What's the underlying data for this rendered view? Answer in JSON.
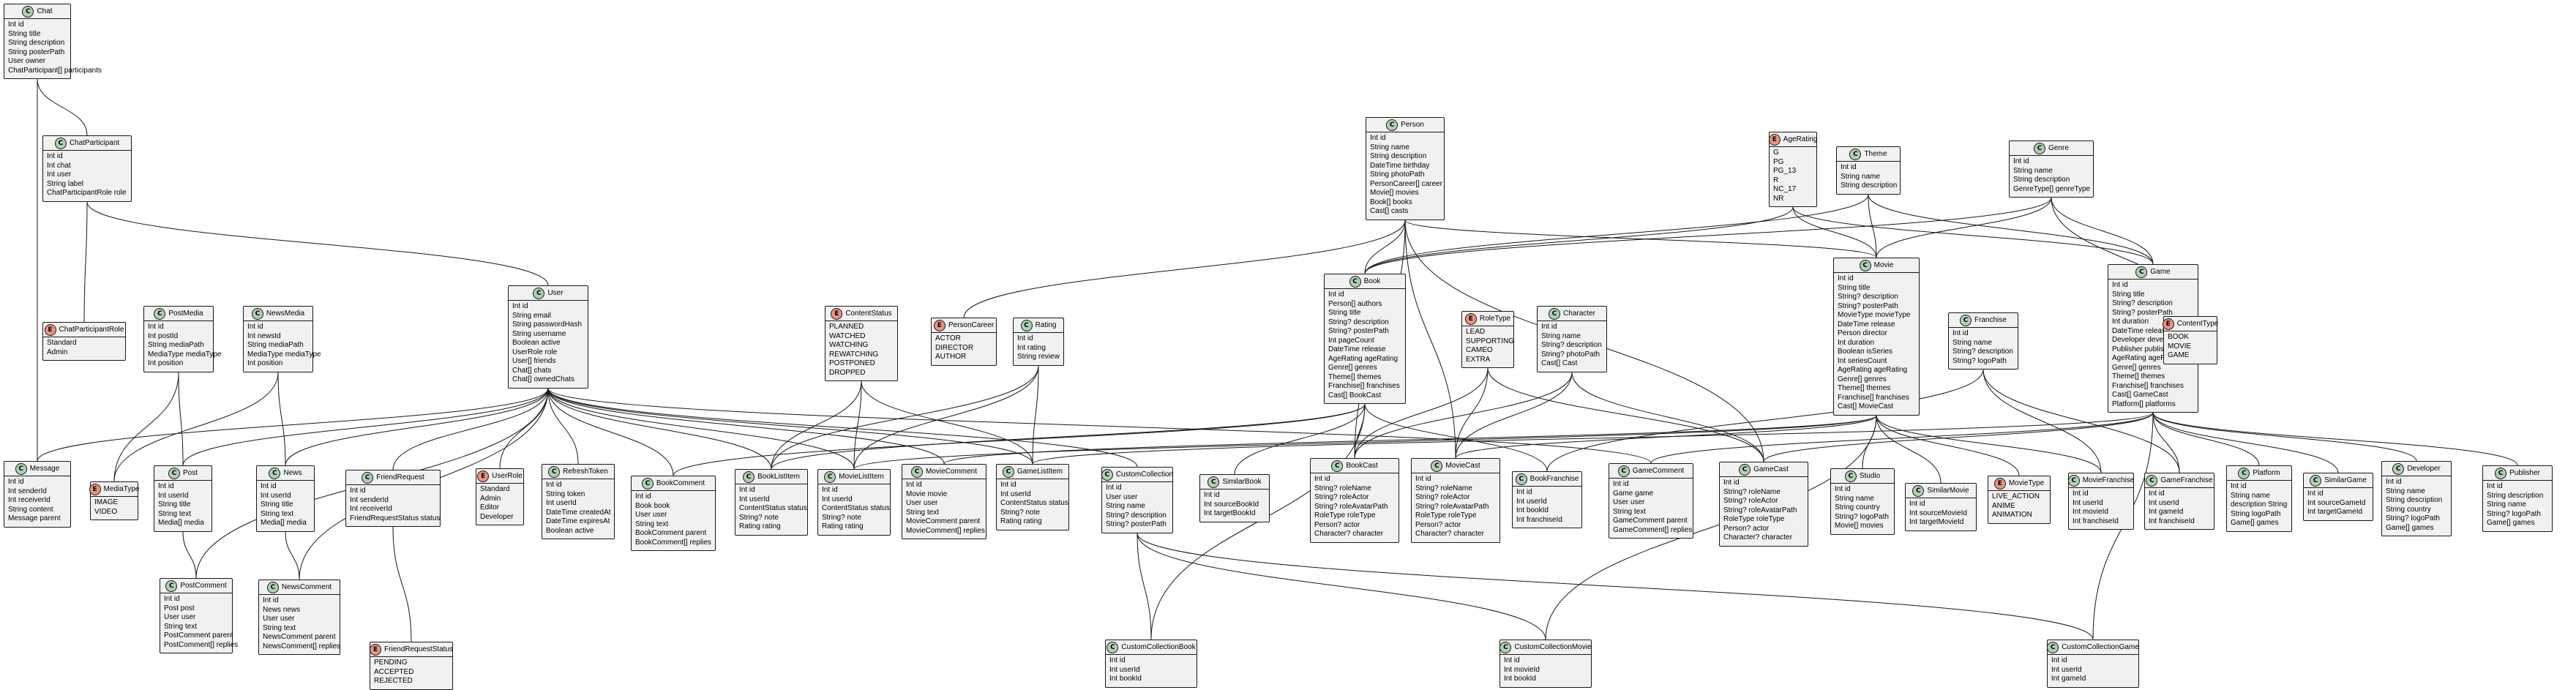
{
  "boxes": [
    {
      "id": "Chat",
      "kind": "C",
      "fields": [
        "Int id",
        "String title",
        "String description",
        "String posterPath",
        "User owner",
        "ChatParticipant[] participants"
      ]
    },
    {
      "id": "ChatParticipant",
      "kind": "C",
      "fields": [
        "Int id",
        "Int chat",
        "Int user",
        "String label",
        "ChatParticipantRole role"
      ]
    },
    {
      "id": "ChatParticipantRole",
      "kind": "E",
      "fields": [
        "Standard",
        "Admin"
      ]
    },
    {
      "id": "PostMedia",
      "kind": "C",
      "fields": [
        "Int id",
        "Int postId",
        "String mediaPath",
        "MediaType mediaType",
        "Int position"
      ]
    },
    {
      "id": "NewsMedia",
      "kind": "C",
      "fields": [
        "Int id",
        "Int newsId",
        "String mediaPath",
        "MediaType mediaType",
        "Int position"
      ]
    },
    {
      "id": "User",
      "kind": "C",
      "fields": [
        "Int id",
        "String email",
        "String passwordHash",
        "String username",
        "Boolean active",
        "UserRole role",
        "User[] friends",
        "Chat[] chats",
        "Chat[] ownedChats"
      ]
    },
    {
      "id": "ContentStatus",
      "kind": "E",
      "fields": [
        "PLANNED",
        "WATCHED",
        "WATCHING",
        "REWATCHING",
        "POSTPONED",
        "DROPPED"
      ]
    },
    {
      "id": "PersonCareer",
      "kind": "E",
      "fields": [
        "ACTOR",
        "DIRECTOR",
        "AUTHOR"
      ]
    },
    {
      "id": "Rating",
      "kind": "C",
      "fields": [
        "Int id",
        "Int rating",
        "String review"
      ]
    },
    {
      "id": "Person",
      "kind": "C",
      "fields": [
        "Int id",
        "String name",
        "String description",
        "DateTime birthday",
        "String photoPath",
        "PersonCareer[] career",
        "Movie[] movies",
        "Book[] books",
        "Cast[] casts"
      ]
    },
    {
      "id": "Book",
      "kind": "C",
      "fields": [
        "Int id",
        "Person[] authors",
        "String title",
        "String? description",
        "String? posterPath",
        "Int pageCount",
        "DateTime release",
        "AgeRating ageRating",
        "Genre[] genres",
        "Theme[] themes",
        "Franchise[] franchises",
        "Cast[] BookCast"
      ]
    },
    {
      "id": "RoleType",
      "kind": "E",
      "fields": [
        "LEAD",
        "SUPPORTING",
        "CAMEO",
        "EXTRA"
      ]
    },
    {
      "id": "Character",
      "kind": "C",
      "fields": [
        "Int id",
        "String name",
        "String? description",
        "String? photoPath",
        "Cast[] Cast"
      ]
    },
    {
      "id": "AgeRating",
      "kind": "E",
      "fields": [
        "G",
        "PG",
        "PG_13",
        "R",
        "NC_17",
        "NR"
      ]
    },
    {
      "id": "Theme",
      "kind": "C",
      "fields": [
        "Int id",
        "String name",
        "String description"
      ]
    },
    {
      "id": "Movie",
      "kind": "C",
      "fields": [
        "Int id",
        "String title",
        "String? description",
        "String? posterPath",
        "MovieType movieType",
        "DateTime release",
        "Person director",
        "Int duration",
        "Boolean isSeries",
        "Int seriesCount",
        "AgeRating ageRating",
        "Genre[] genres",
        "Theme[] themes",
        "Franchise[] franchises",
        "Cast[] MovieCast"
      ]
    },
    {
      "id": "Genre",
      "kind": "C",
      "fields": [
        "Int id",
        "String name",
        "String description",
        "GenreType[] genreType"
      ]
    },
    {
      "id": "Franchise",
      "kind": "C",
      "fields": [
        "Int id",
        "String name",
        "String? description",
        "String? logoPath"
      ]
    },
    {
      "id": "Game",
      "kind": "C",
      "fields": [
        "Int id",
        "String title",
        "String? description",
        "String? posterPath",
        "Int duration",
        "DateTime release",
        "Developer developer",
        "Publisher publisher",
        "AgeRating ageRating",
        "Genre[] genres",
        "Theme[] themes",
        "Franchise[] franchises",
        "Cast[] GameCast",
        "Platform[] platforms"
      ]
    },
    {
      "id": "ContentType",
      "kind": "E",
      "fields": [
        "BOOK",
        "MOVIE",
        "GAME"
      ]
    },
    {
      "id": "Message",
      "kind": "C",
      "fields": [
        "Int id",
        "Int senderId",
        "Int receiverId",
        "String content",
        "Message parent"
      ]
    },
    {
      "id": "MediaType",
      "kind": "E",
      "fields": [
        "IMAGE",
        "VIDEO"
      ]
    },
    {
      "id": "Post",
      "kind": "C",
      "fields": [
        "Int id",
        "Int userId",
        "String title",
        "String text",
        "Media[] media"
      ]
    },
    {
      "id": "News",
      "kind": "C",
      "fields": [
        "Int id",
        "Int userId",
        "String title",
        "String text",
        "Media[] media"
      ]
    },
    {
      "id": "FriendRequest",
      "kind": "C",
      "fields": [
        "Int id",
        "Int senderId",
        "Int receiverId",
        "FriendRequestStatus status"
      ]
    },
    {
      "id": "UserRole",
      "kind": "E",
      "fields": [
        "Standard",
        "Admin",
        "Editor",
        "Developer"
      ]
    },
    {
      "id": "RefreshToken",
      "kind": "C",
      "fields": [
        "Int id",
        "String token",
        "Int userId",
        "DateTime createdAt",
        "DateTime expiresAt",
        "Boolean active"
      ]
    },
    {
      "id": "BookComment",
      "kind": "C",
      "fields": [
        "Int id",
        "Book book",
        "User user",
        "String text",
        "BookComment parent",
        "BookComment[] replies"
      ]
    },
    {
      "id": "BookListItem",
      "kind": "C",
      "fields": [
        "Int id",
        "Int userId",
        "ContentStatus status",
        "String? note",
        "Rating rating"
      ]
    },
    {
      "id": "MovieListItem",
      "kind": "C",
      "fields": [
        "Int id",
        "Int userId",
        "ContentStatus status",
        "String? note",
        "Rating rating"
      ]
    },
    {
      "id": "MovieComment",
      "kind": "C",
      "fields": [
        "Int id",
        "Movie movie",
        "User user",
        "String text",
        "MovieComment parent",
        "MovieComment[] replies"
      ]
    },
    {
      "id": "GameListItem",
      "kind": "C",
      "fields": [
        "Int id",
        "Int userId",
        "ContentStatus status",
        "String? note",
        "Rating rating"
      ]
    },
    {
      "id": "CustomCollection",
      "kind": "C",
      "fields": [
        "Int id",
        "User user",
        "String name",
        "String? description",
        "String? posterPath"
      ]
    },
    {
      "id": "SimilarBook",
      "kind": "C",
      "fields": [
        "Int id",
        "Int sourceBookId",
        "Int targetBookId"
      ]
    },
    {
      "id": "BookCast",
      "kind": "C",
      "fields": [
        "Int id",
        "String? roleName",
        "String? roleActor",
        "String? roleAvatarPath",
        "RoleType roleType",
        "Person? actor",
        "Character? character"
      ]
    },
    {
      "id": "MovieCast",
      "kind": "C",
      "fields": [
        "Int id",
        "String? roleName",
        "String? roleActor",
        "String? roleAvatarPath",
        "RoleType roleType",
        "Person? actor",
        "Character? character"
      ]
    },
    {
      "id": "BookFranchise",
      "kind": "C",
      "fields": [
        "Int id",
        "Int userId",
        "Int bookId",
        "Int franchiseId"
      ]
    },
    {
      "id": "GameComment",
      "kind": "C",
      "fields": [
        "Int id",
        "Game game",
        "User user",
        "String text",
        "GameComment parent",
        "GameComment[] replies"
      ]
    },
    {
      "id": "GameCast",
      "kind": "C",
      "fields": [
        "Int id",
        "String? roleName",
        "String? roleActor",
        "String? roleAvatarPath",
        "RoleType roleType",
        "Person? actor",
        "Character? character"
      ]
    },
    {
      "id": "Studio",
      "kind": "C",
      "fields": [
        "Int id",
        "String name",
        "String country",
        "String? logoPath",
        "Movie[] movies"
      ]
    },
    {
      "id": "SimilarMovie",
      "kind": "C",
      "fields": [
        "Int id",
        "Int sourceMovieId",
        "Int targetMovieId"
      ]
    },
    {
      "id": "MovieType",
      "kind": "E",
      "fields": [
        "LIVE_ACTION",
        "ANIME",
        "ANIMATION"
      ]
    },
    {
      "id": "MovieFranchise",
      "kind": "C",
      "fields": [
        "Int id",
        "Int userId",
        "Int movieId",
        "Int franchiseId"
      ]
    },
    {
      "id": "GameFranchise",
      "kind": "C",
      "fields": [
        "Int id",
        "Int userId",
        "Int gameId",
        "Int franchiseId"
      ]
    },
    {
      "id": "Platform",
      "kind": "C",
      "fields": [
        "Int id",
        "String name",
        "description String",
        "String logoPath",
        "Game[] games"
      ]
    },
    {
      "id": "SimilarGame",
      "kind": "C",
      "fields": [
        "Int id",
        "Int sourceGameId",
        "Int targetGameId"
      ]
    },
    {
      "id": "Developer",
      "kind": "C",
      "fields": [
        "Int id",
        "String name",
        "String description",
        "String country",
        "String? logoPath",
        "Game[] games"
      ]
    },
    {
      "id": "Publisher",
      "kind": "C",
      "fields": [
        "Int id",
        "String description",
        "String name",
        "String? logoPath",
        "Game[] games"
      ]
    },
    {
      "id": "PostComment",
      "kind": "C",
      "fields": [
        "Int id",
        "Post post",
        "User user",
        "String text",
        "PostComment parent",
        "PostComment[] replies"
      ]
    },
    {
      "id": "NewsComment",
      "kind": "C",
      "fields": [
        "Int id",
        "News news",
        "User user",
        "String text",
        "NewsComment parent",
        "NewsComment[] replies"
      ]
    },
    {
      "id": "FriendRequestStatus",
      "kind": "E",
      "fields": [
        "PENDING",
        "ACCEPTED",
        "REJECTED"
      ]
    },
    {
      "id": "CustomCollectionBook",
      "kind": "C",
      "fields": [
        "Int id",
        "Int userId",
        "Int bookId"
      ]
    },
    {
      "id": "CustomCollectionMovie",
      "kind": "C",
      "fields": [
        "Int id",
        "Int movieId",
        "Int bookId"
      ]
    },
    {
      "id": "CustomCollectionGame",
      "kind": "C",
      "fields": [
        "Int id",
        "Int userId",
        "Int gameId"
      ]
    }
  ],
  "relations": [
    [
      "Chat",
      "ChatParticipant"
    ],
    [
      "Chat",
      "Message"
    ],
    [
      "ChatParticipant",
      "ChatParticipantRole"
    ],
    [
      "ChatParticipant",
      "User"
    ],
    [
      "User",
      "Message"
    ],
    [
      "User",
      "Post"
    ],
    [
      "User",
      "News"
    ],
    [
      "User",
      "PostComment"
    ],
    [
      "User",
      "NewsComment"
    ],
    [
      "User",
      "FriendRequest"
    ],
    [
      "User",
      "UserRole"
    ],
    [
      "User",
      "RefreshToken"
    ],
    [
      "User",
      "BookComment"
    ],
    [
      "User",
      "BookListItem"
    ],
    [
      "User",
      "MovieListItem"
    ],
    [
      "User",
      "MovieComment"
    ],
    [
      "User",
      "GameListItem"
    ],
    [
      "User",
      "CustomCollection"
    ],
    [
      "User",
      "GameComment"
    ],
    [
      "PostMedia",
      "Post"
    ],
    [
      "PostMedia",
      "MediaType"
    ],
    [
      "NewsMedia",
      "News"
    ],
    [
      "NewsMedia",
      "MediaType"
    ],
    [
      "Post",
      "PostComment"
    ],
    [
      "News",
      "NewsComment"
    ],
    [
      "FriendRequest",
      "FriendRequestStatus"
    ],
    [
      "ContentStatus",
      "BookListItem"
    ],
    [
      "ContentStatus",
      "MovieListItem"
    ],
    [
      "ContentStatus",
      "GameListItem"
    ],
    [
      "Rating",
      "BookListItem"
    ],
    [
      "Rating",
      "MovieListItem"
    ],
    [
      "Rating",
      "GameListItem"
    ],
    [
      "Person",
      "PersonCareer"
    ],
    [
      "Person",
      "Book"
    ],
    [
      "Person",
      "BookCast"
    ],
    [
      "Person",
      "MovieCast"
    ],
    [
      "Person",
      "GameCast"
    ],
    [
      "Person",
      "Movie"
    ],
    [
      "Book",
      "BookComment"
    ],
    [
      "Book",
      "BookListItem"
    ],
    [
      "Book",
      "SimilarBook"
    ],
    [
      "Book",
      "BookCast"
    ],
    [
      "Book",
      "BookFranchise"
    ],
    [
      "Book",
      "CustomCollectionBook"
    ],
    [
      "RoleType",
      "BookCast"
    ],
    [
      "RoleType",
      "MovieCast"
    ],
    [
      "RoleType",
      "GameCast"
    ],
    [
      "Character",
      "BookCast"
    ],
    [
      "Character",
      "MovieCast"
    ],
    [
      "Character",
      "GameCast"
    ],
    [
      "AgeRating",
      "Book"
    ],
    [
      "AgeRating",
      "Movie"
    ],
    [
      "AgeRating",
      "Game"
    ],
    [
      "Theme",
      "Book"
    ],
    [
      "Theme",
      "Movie"
    ],
    [
      "Theme",
      "Game"
    ],
    [
      "Genre",
      "Book"
    ],
    [
      "Genre",
      "Movie"
    ],
    [
      "Genre",
      "Game"
    ],
    [
      "Genre",
      "ContentType"
    ],
    [
      "Movie",
      "MovieComment"
    ],
    [
      "Movie",
      "MovieListItem"
    ],
    [
      "Movie",
      "MovieCast"
    ],
    [
      "Movie",
      "Studio"
    ],
    [
      "Movie",
      "SimilarMovie"
    ],
    [
      "Movie",
      "MovieType"
    ],
    [
      "Movie",
      "MovieFranchise"
    ],
    [
      "Movie",
      "CustomCollectionMovie"
    ],
    [
      "Franchise",
      "BookFranchise"
    ],
    [
      "Franchise",
      "MovieFranchise"
    ],
    [
      "Franchise",
      "GameFranchise"
    ],
    [
      "Game",
      "GameComment"
    ],
    [
      "Game",
      "GameListItem"
    ],
    [
      "Game",
      "GameCast"
    ],
    [
      "Game",
      "GameFranchise"
    ],
    [
      "Game",
      "Platform"
    ],
    [
      "Game",
      "SimilarGame"
    ],
    [
      "Game",
      "Developer"
    ],
    [
      "Game",
      "Publisher"
    ],
    [
      "Game",
      "CustomCollectionGame"
    ],
    [
      "CustomCollection",
      "CustomCollectionBook"
    ],
    [
      "CustomCollection",
      "CustomCollectionMovie"
    ],
    [
      "CustomCollection",
      "CustomCollectionGame"
    ]
  ]
}
